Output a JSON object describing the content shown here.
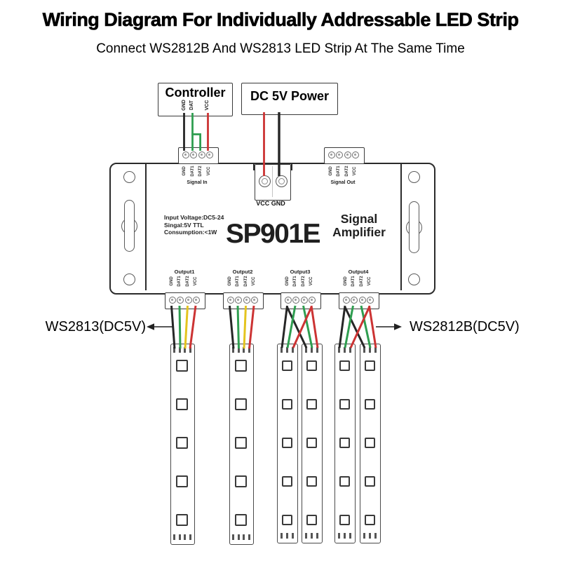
{
  "title": "Wiring Diagram For Individually Addressable LED Strip",
  "subtitle": "Connect WS2812B And WS2813 LED Strip At The Same Time",
  "controller": {
    "label": "Controller",
    "pins": [
      "GND",
      "DAT",
      "VCC"
    ]
  },
  "power": {
    "label": "DC 5V Power"
  },
  "device": {
    "model": "SP901E",
    "role_line1": "Signal",
    "role_line2": "Amplifier",
    "specs": [
      "Input Voltage:DC5-24",
      "Singal:5V TTL",
      "Consumption:<1W"
    ],
    "signal_in": {
      "label": "Signal In",
      "pins": [
        "GND",
        "DAT1",
        "DAT2",
        "VCC"
      ]
    },
    "signal_out": {
      "label": "Signal Out",
      "pins": [
        "GND",
        "DAT1",
        "DAT2",
        "VCC"
      ]
    },
    "power_terminal": {
      "label": "VCC GND"
    },
    "outputs": [
      {
        "label": "Output1",
        "pins": [
          "GND",
          "DAT1",
          "DAT2",
          "VCC"
        ]
      },
      {
        "label": "Output2",
        "pins": [
          "GND",
          "DAT1",
          "DAT2",
          "VCC"
        ]
      },
      {
        "label": "Output3",
        "pins": [
          "GND",
          "DAT1",
          "DAT2",
          "VCC"
        ]
      },
      {
        "label": "Output4",
        "pins": [
          "GND",
          "DAT1",
          "DAT2",
          "VCC"
        ]
      }
    ]
  },
  "strips": {
    "left_label": "WS2813(DC5V)",
    "right_label": "WS2812B(DC5V)"
  },
  "colors": {
    "gnd": "#262626",
    "dat": "#2f9e50",
    "backup": "#e4c41e",
    "vcc": "#cc3333",
    "outline": "#2b2b2b",
    "arrow": "#222222"
  }
}
